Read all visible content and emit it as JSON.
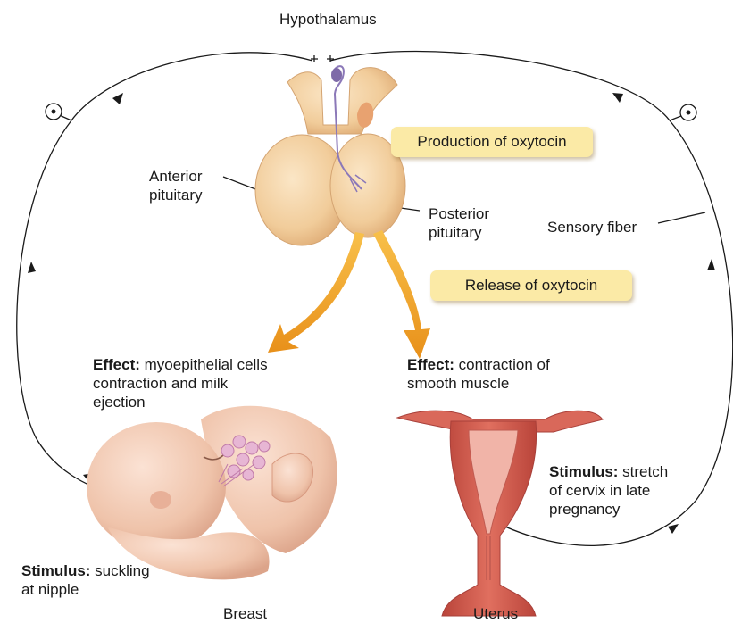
{
  "labels": {
    "hypothalamus": "Hypothalamus",
    "anterior": [
      "Anterior",
      "pituitary"
    ],
    "posterior": [
      "Posterior",
      "pituitary"
    ],
    "sensory_fiber": "Sensory fiber",
    "breast": "Breast",
    "uterus": "Uterus"
  },
  "boxes": {
    "production": "Production of oxytocin",
    "release": "Release of oxytocin"
  },
  "effects": {
    "breast": {
      "heading": "Effect:",
      "lines": [
        " myoepithelial cells",
        "contraction and milk",
        "ejection"
      ]
    },
    "uterus": {
      "heading": "Effect:",
      "lines": [
        " contraction of",
        "smooth muscle"
      ]
    }
  },
  "stimuli": {
    "breast": {
      "heading": "Stimulus:",
      "lines": [
        " suckling",
        "at nipple"
      ]
    },
    "uterus": {
      "heading": "Stimulus:",
      "lines": [
        " stretch",
        "of cervix in late",
        "pregnancy"
      ]
    }
  },
  "colors": {
    "box_fill": "#fbeaa6",
    "arrow": "#f0a020",
    "gland": "#f3d1a4",
    "uterus": "#d2584a",
    "skin": "#f2c8b2",
    "line": "#1a1a1a"
  }
}
